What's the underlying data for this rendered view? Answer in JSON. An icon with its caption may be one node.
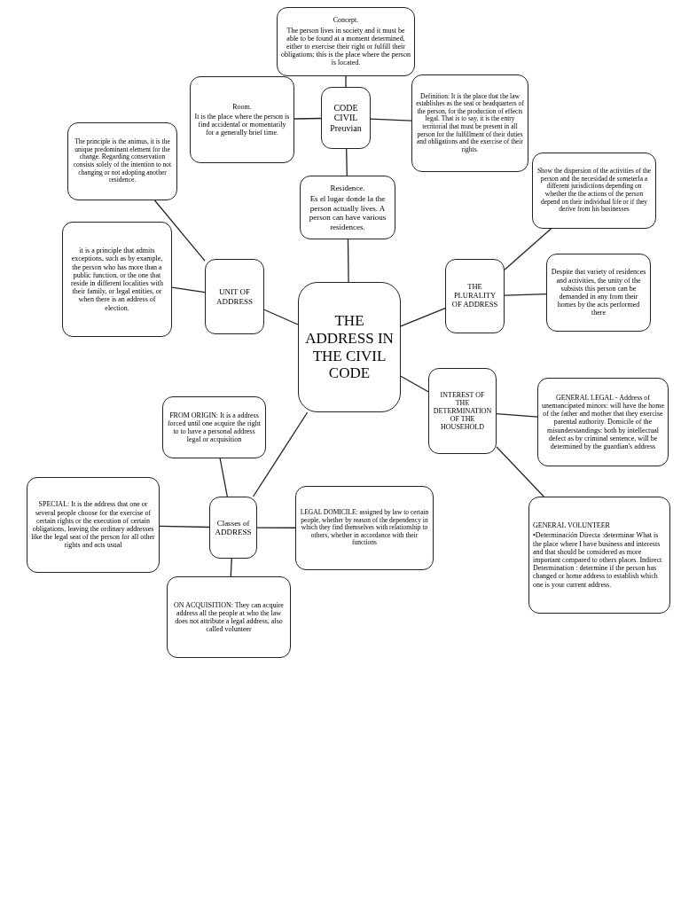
{
  "diagram": {
    "nodes": [
      {
        "text": [
          "Concept.",
          "The person lives in society and it must be able to be found at a moment determined, either to exercise their right or fulfill their obligations; this is the place where the person is located."
        ]
      },
      {
        "text": [
          "Room.",
          "It is the place where the person is find accidental or momentarily for a generally brief time."
        ]
      },
      {
        "text": [
          "CODE CIVIL Preuvian"
        ]
      },
      {
        "text": [
          "Definition: It is the place that the law establishes as the seat or headquarters of the person, for the production of effects legal. That is to say, it is the entry territorial that must be present in all person for the fulfillment of their duties and obligations and the exercise of their rights."
        ]
      },
      {
        "text": [
          "The principle is the animus, it is the unique predominant element for the change. Regarding conservation consists solely of the intention to not changing or not adopting another residence."
        ]
      },
      {
        "text": [
          "Residence.",
          "Es el lugar donde la the person actually lives. A person can have various residences."
        ]
      },
      {
        "text": [
          "Show the dispersion of the activities of the person and the necesidad de someterla a different jurisdictions depending on whether the the actions of the person depend on their individual life or if they derive from his businesses"
        ]
      },
      {
        "text": [
          "it is a principle that admits exceptions, such as by example, the person who has more than a public function, or the one that reside in different localities with their family, or legal entities, or when there is an address of election."
        ]
      },
      {
        "text": [
          "UNIT OF ADDRESS"
        ]
      },
      {
        "text": [
          "Despite that variety of residences and activities, the unity of the subsists this person can be demanded in any from their homes by the acts performed there"
        ]
      },
      {
        "text": [
          "THE PLURALITY OF ADDRESS"
        ]
      },
      {
        "text": [
          "THE ADDRESS IN THE CIVIL CODE"
        ]
      },
      {
        "text": [
          "INTEREST OF THE DETERMINATION OF THE HOUSEHOLD"
        ]
      },
      {
        "text": [
          "GENERAL LEGAL - Address of unemancipated minors: will have the home of the father and mother that they exercise parental authority. Domicile of the misunderstandings: both by intellectual defect as by criminal sentence, will be determined by the guardian's address"
        ]
      },
      {
        "text": [
          "FROM ORIGIN: It is a address forced until one acquire the right to to have a personal address legal or acquisition"
        ]
      },
      {
        "text": [
          "SPECIAL: It is the address that one or several people choose for the exercise of certain rights or the execution of certain obligations, leaving the ordinary addresses like the legal seat of the person for all other rights and acts usual"
        ]
      },
      {
        "text": [
          "Classes of ADDRESS"
        ]
      },
      {
        "text": [
          "LEGAL DOMICILE: assigned by law to certain people, whether by reason of the dependency in which they find themselves with relationship to others, whether in accordance with their functions"
        ]
      },
      {
        "text": [
          "GENERAL VOLUNTEER",
          "•Determinación Directa :determinar What is the place where I have business and interests and that should be considered as more important compared to others places. Indirect Determination : determine if the person has changed or home address to establish which one is your current address."
        ]
      },
      {
        "text": [
          "ON ACQUISITION: They can acquire address all the people at who the law does not attribute a legal address, also called volunteer"
        ]
      }
    ],
    "edges": [
      {
        "from": 2,
        "to": 0,
        "arrow": "none"
      },
      {
        "from": 2,
        "to": 1,
        "arrow": "none"
      },
      {
        "from": 2,
        "to": 3,
        "arrow": "none"
      },
      {
        "from": 2,
        "to": 5,
        "arrow": "none"
      },
      {
        "from": 5,
        "to": 11,
        "arrow": "none"
      },
      {
        "from": 4,
        "to": 8,
        "arrow": "none"
      },
      {
        "from": 7,
        "to": 8,
        "arrow": "none"
      },
      {
        "from": 8,
        "to": 11,
        "arrow": "none"
      },
      {
        "from": 10,
        "to": 6,
        "arrow": "none"
      },
      {
        "from": 10,
        "to": 9,
        "arrow": "none"
      },
      {
        "from": 11,
        "to": 10,
        "arrow": "none"
      },
      {
        "from": 11,
        "to": 12,
        "arrow": "none"
      },
      {
        "from": 12,
        "to": 13,
        "arrow": "none"
      },
      {
        "from": 12,
        "to": 18,
        "arrow": "none"
      },
      {
        "from": 11,
        "to": 16,
        "arrow": "none"
      },
      {
        "from": 14,
        "to": 16,
        "arrow": "none"
      },
      {
        "from": 15,
        "to": 16,
        "arrow": "none"
      },
      {
        "from": 16,
        "to": 17,
        "arrow": "none"
      },
      {
        "from": 16,
        "to": 19,
        "arrow": "none"
      }
    ]
  }
}
